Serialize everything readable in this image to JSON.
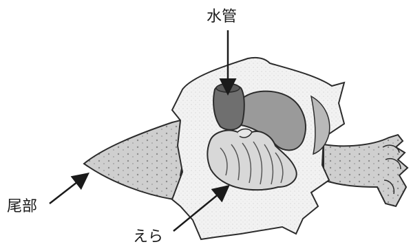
{
  "labels": {
    "siphon": "水管",
    "tail": "尾部",
    "gills": "えら"
  },
  "colors": {
    "outline": "#2b2b2b",
    "mantle_fill": "#f3f3f3",
    "tail_fill": "#c9c9c9",
    "organ_dark": "#7a7a7a",
    "organ_mid": "#9a9a9a",
    "gill_fill": "#d8d8d8"
  }
}
